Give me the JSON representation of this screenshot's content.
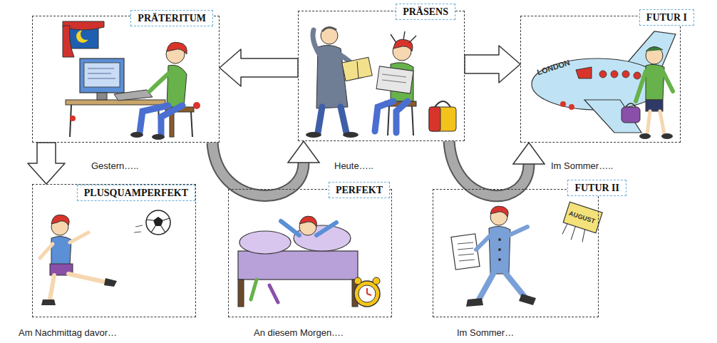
{
  "diagram": {
    "nodes": [
      {
        "text": [
          "PRÄTERITUM",
          "Gestern….."
        ]
      },
      {
        "text": [
          "PRÄSENS",
          "Heute….."
        ]
      },
      {
        "text": [
          "FUTUR I",
          "Im Sommer….."
        ]
      },
      {
        "text": [
          "PLUSQUAMPERFEKT",
          "Am Nachmittag davor…"
        ]
      },
      {
        "text": [
          "PERFEKT",
          "An diesem Morgen…."
        ]
      },
      {
        "text": [
          "FUTUR II",
          "Im Sommer…"
        ]
      }
    ],
    "edges": [
      {
        "from": 1,
        "to": 0,
        "arrow": "to"
      },
      {
        "from": 1,
        "to": 2,
        "arrow": "to"
      },
      {
        "from": 0,
        "to": 3,
        "arrow": "to"
      },
      {
        "from": 0,
        "to": 1,
        "arrow": "to"
      },
      {
        "from": 1,
        "to": 2,
        "arrow": "to"
      }
    ],
    "labels": [
      "LONDON",
      "AUGUST"
    ]
  }
}
